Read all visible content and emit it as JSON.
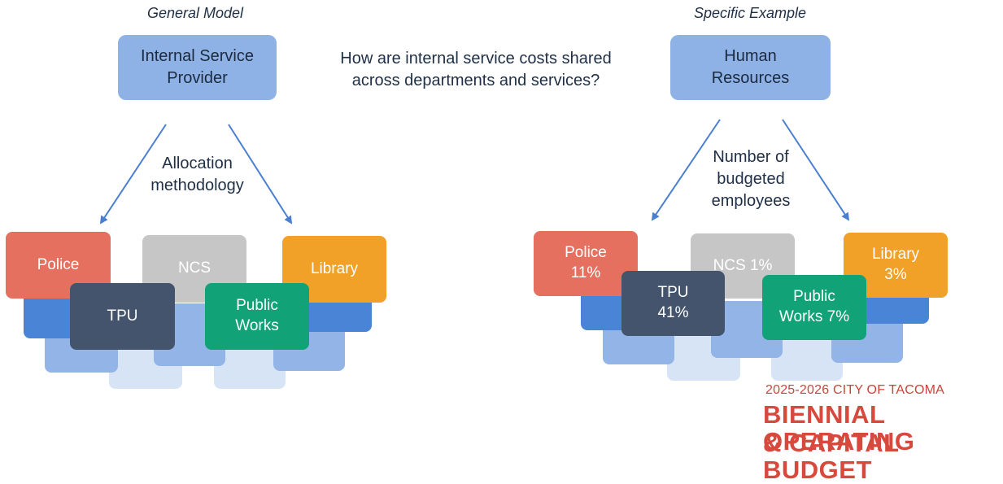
{
  "general": {
    "heading": "General Model",
    "provider": "Internal Service\nProvider",
    "method": "Allocation\nmethodology",
    "departments": {
      "police": "Police",
      "tpu": "TPU",
      "ncs": "NCS",
      "public_works": "Public\nWorks",
      "library": "Library"
    }
  },
  "question": "How are internal service costs shared\nacross departments and services?",
  "specific": {
    "heading": "Specific Example",
    "provider": "Human\nResources",
    "method": "Number of\nbudgeted\nemployees",
    "departments": {
      "police": "Police\n11%",
      "tpu": "TPU\n41%",
      "ncs": "NCS 1%",
      "public_works": "Public\nWorks 7%",
      "library": "Library\n3%"
    }
  },
  "brand": {
    "line1": "2025-2026 CITY OF TACOMA",
    "line2": "BIENNIAL OPERATING",
    "line3": "& CAPITAL BUDGET"
  },
  "colors": {
    "provider": "#8fb2e6",
    "police": "#e57060",
    "tpu": "#44546c",
    "ncs": "#c6c6c6",
    "public_works": "#12a277",
    "library": "#f1a127",
    "arrow": "#4a7fcf",
    "brand": "#d8493d"
  }
}
